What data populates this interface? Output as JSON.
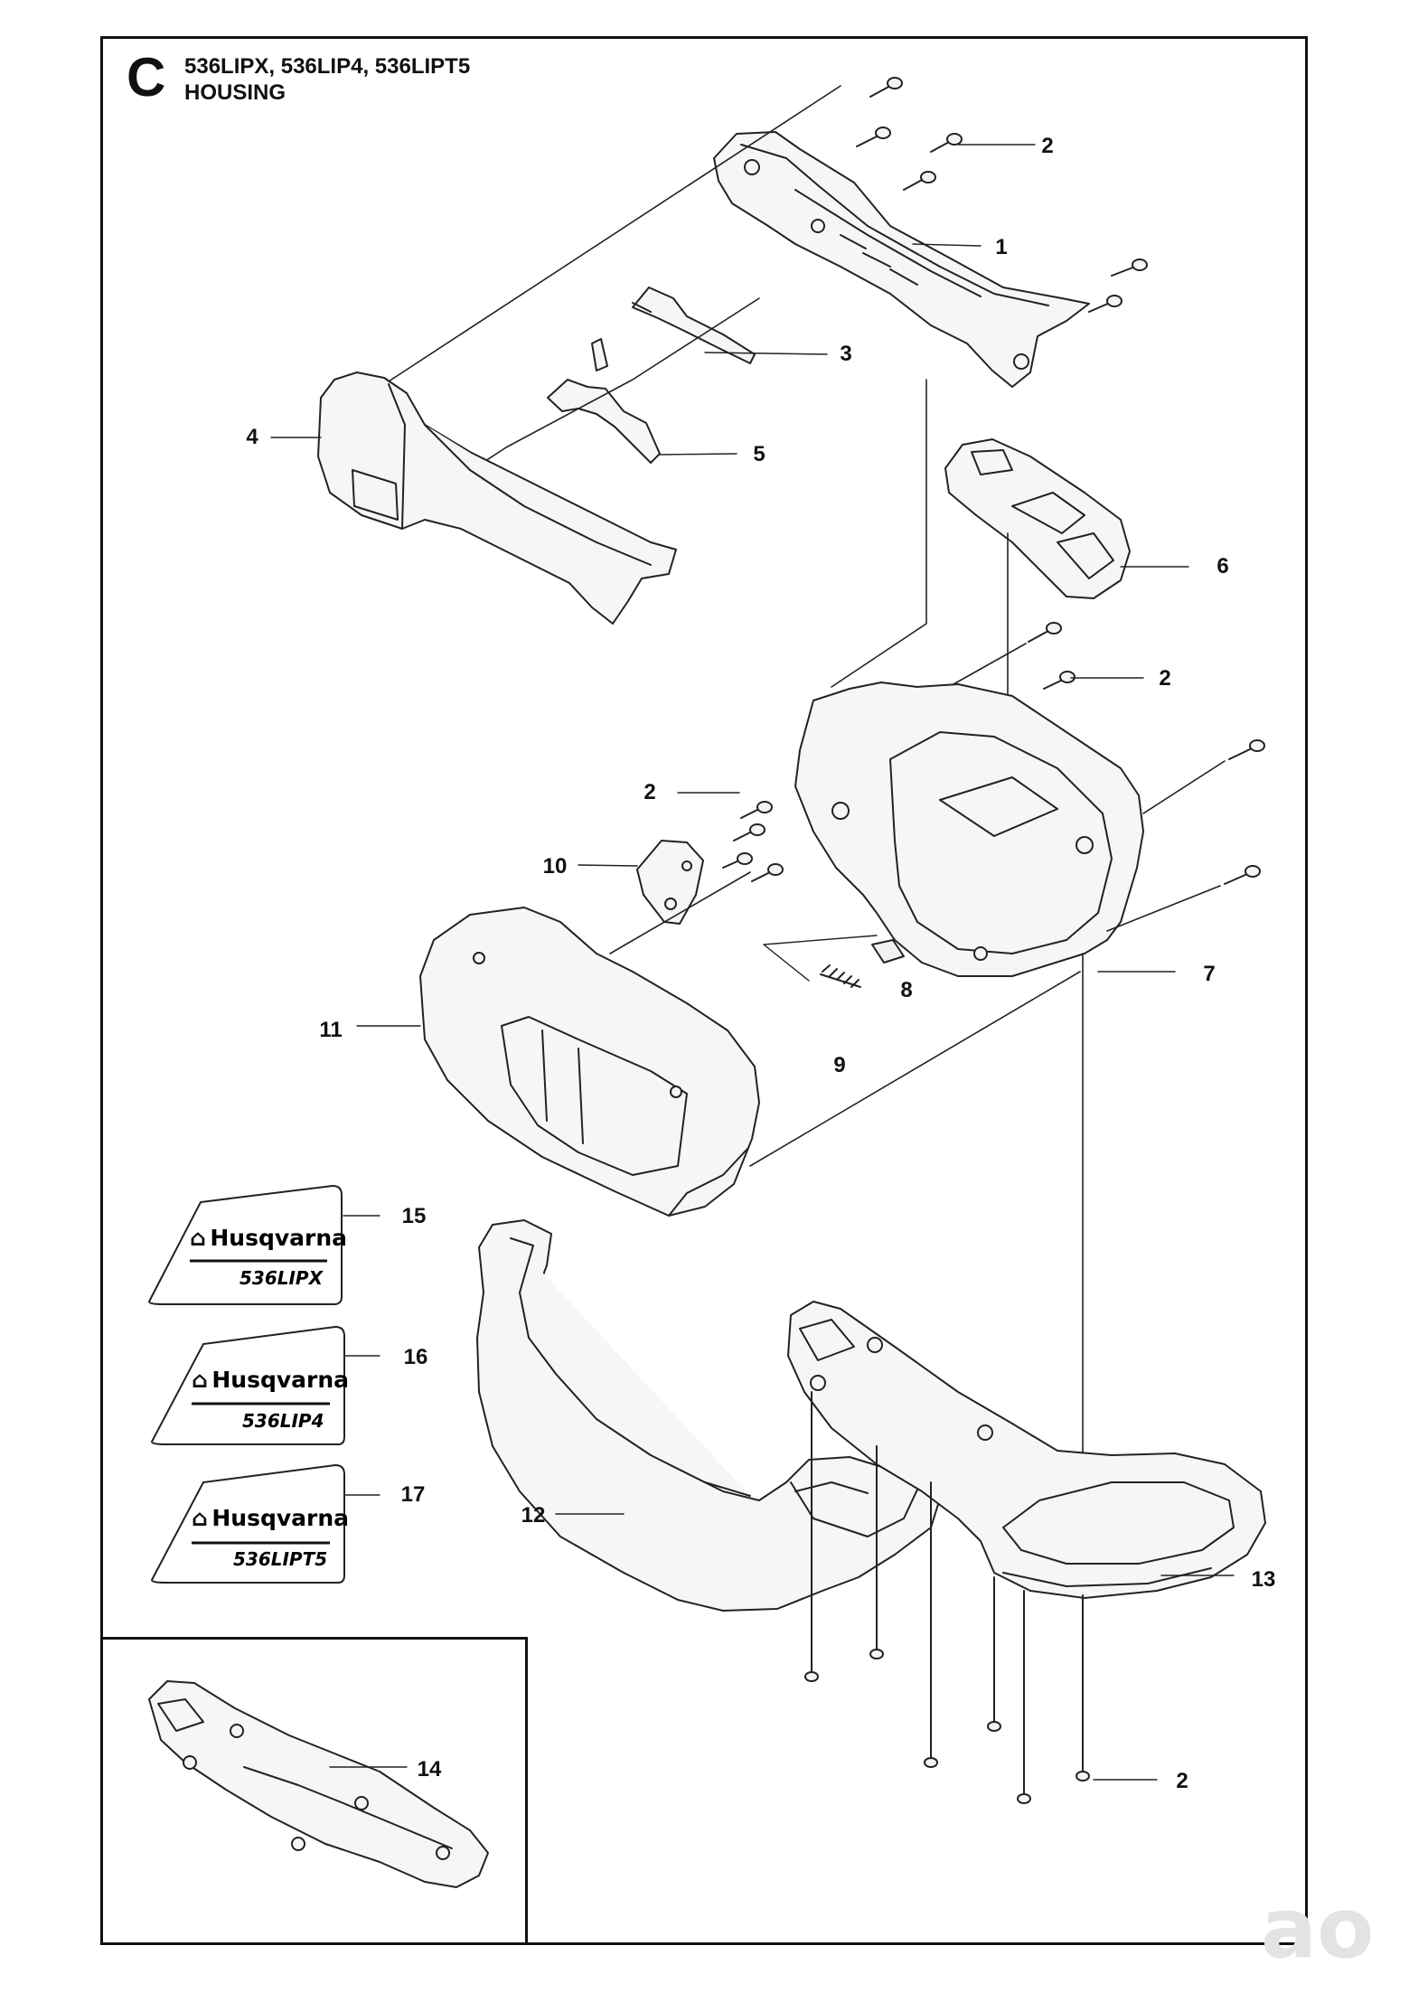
{
  "section": {
    "letter": "C",
    "models": "536LIPX, 536LIP4, 536LIPT5",
    "title": "HOUSING"
  },
  "callouts": {
    "c1": "1",
    "c2a": "2",
    "c2b": "2",
    "c2c": "2",
    "c2d": "2",
    "c3": "3",
    "c4": "4",
    "c5": "5",
    "c6": "6",
    "c7": "7",
    "c8": "8",
    "c9": "9",
    "c10": "10",
    "c11": "11",
    "c12": "12",
    "c13": "13",
    "c14": "14",
    "c15": "15",
    "c16": "16",
    "c17": "17"
  },
  "badges": {
    "b15": {
      "brand": "Husqvarna",
      "model": "536LIPX"
    },
    "b16": {
      "brand": "Husqvarna",
      "model": "536LIP4"
    },
    "b17": {
      "brand": "Husqvarna",
      "model": "536LIPT5"
    }
  },
  "watermark": "ao"
}
